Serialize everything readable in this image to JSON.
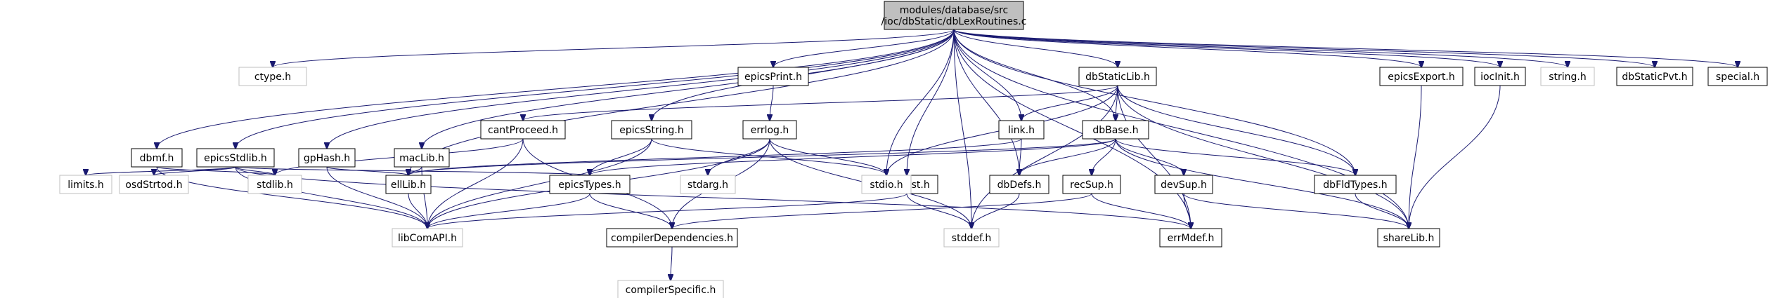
{
  "graph": {
    "colors": {
      "edge": "#191970",
      "root_fill": "#bfbfbf",
      "node_border": "#000000",
      "external_border": "#bfbfbf"
    },
    "nodes": [
      {
        "id": "root",
        "label": "modules/database/src\n/ioc/dbStatic/dbLexRoutines.c",
        "kind": "root"
      },
      {
        "id": "ctype",
        "label": "ctype.h",
        "kind": "external"
      },
      {
        "id": "dbmf",
        "label": "dbmf.h",
        "kind": "normal"
      },
      {
        "id": "epicsStdlib",
        "label": "epicsStdlib.h",
        "kind": "normal"
      },
      {
        "id": "gpHash",
        "label": "gpHash.h",
        "kind": "normal"
      },
      {
        "id": "macLib",
        "label": "macLib.h",
        "kind": "normal"
      },
      {
        "id": "cantProceed",
        "label": "cantProceed.h",
        "kind": "normal"
      },
      {
        "id": "epicsString",
        "label": "epicsString.h",
        "kind": "normal"
      },
      {
        "id": "epicsPrint",
        "label": "epicsPrint.h",
        "kind": "normal"
      },
      {
        "id": "errlog",
        "label": "errlog.h",
        "kind": "normal"
      },
      {
        "id": "freeList",
        "label": "freeList.h",
        "kind": "normal"
      },
      {
        "id": "link",
        "label": "link.h",
        "kind": "normal"
      },
      {
        "id": "dbStaticLib",
        "label": "dbStaticLib.h",
        "kind": "normal"
      },
      {
        "id": "dbBase",
        "label": "dbBase.h",
        "kind": "normal"
      },
      {
        "id": "dbDefs",
        "label": "dbDefs.h",
        "kind": "normal"
      },
      {
        "id": "recSup",
        "label": "recSup.h",
        "kind": "normal"
      },
      {
        "id": "devSup",
        "label": "devSup.h",
        "kind": "normal"
      },
      {
        "id": "dbFldTypes",
        "label": "dbFldTypes.h",
        "kind": "normal"
      },
      {
        "id": "epicsExport",
        "label": "epicsExport.h",
        "kind": "normal"
      },
      {
        "id": "iocInit",
        "label": "iocInit.h",
        "kind": "normal"
      },
      {
        "id": "string",
        "label": "string.h",
        "kind": "external"
      },
      {
        "id": "dbStaticPvt",
        "label": "dbStaticPvt.h",
        "kind": "normal"
      },
      {
        "id": "special",
        "label": "special.h",
        "kind": "normal"
      },
      {
        "id": "limits",
        "label": "limits.h",
        "kind": "external"
      },
      {
        "id": "osdStrtod",
        "label": "osdStrtod.h",
        "kind": "external"
      },
      {
        "id": "stdlib",
        "label": "stdlib.h",
        "kind": "external"
      },
      {
        "id": "ellLib",
        "label": "ellLib.h",
        "kind": "normal"
      },
      {
        "id": "epicsTypes",
        "label": "epicsTypes.h",
        "kind": "normal"
      },
      {
        "id": "stdarg",
        "label": "stdarg.h",
        "kind": "external"
      },
      {
        "id": "stdio",
        "label": "stdio.h",
        "kind": "external"
      },
      {
        "id": "libComAPI",
        "label": "libComAPI.h",
        "kind": "external"
      },
      {
        "id": "compilerDependencies",
        "label": "compilerDependencies.h",
        "kind": "normal"
      },
      {
        "id": "stddef",
        "label": "stddef.h",
        "kind": "external"
      },
      {
        "id": "errMdef",
        "label": "errMdef.h",
        "kind": "normal"
      },
      {
        "id": "shareLib",
        "label": "shareLib.h",
        "kind": "normal"
      },
      {
        "id": "compilerSpecific",
        "label": "compilerSpecific.h",
        "kind": "external"
      }
    ],
    "edges": [
      [
        "root",
        "ctype"
      ],
      [
        "root",
        "dbmf"
      ],
      [
        "root",
        "epicsStdlib"
      ],
      [
        "root",
        "gpHash"
      ],
      [
        "root",
        "macLib"
      ],
      [
        "root",
        "ellLib"
      ],
      [
        "root",
        "epicsString"
      ],
      [
        "root",
        "epicsPrint"
      ],
      [
        "root",
        "stdio"
      ],
      [
        "root",
        "freeList"
      ],
      [
        "root",
        "stddef"
      ],
      [
        "root",
        "dbDefs"
      ],
      [
        "root",
        "link"
      ],
      [
        "root",
        "dbBase"
      ],
      [
        "root",
        "dbStaticLib"
      ],
      [
        "root",
        "dbFldTypes"
      ],
      [
        "root",
        "errMdef"
      ],
      [
        "root",
        "shareLib"
      ],
      [
        "root",
        "epicsExport"
      ],
      [
        "root",
        "iocInit"
      ],
      [
        "root",
        "string"
      ],
      [
        "root",
        "dbStaticPvt"
      ],
      [
        "root",
        "special"
      ],
      [
        "dbmf",
        "libComAPI"
      ],
      [
        "dbmf",
        "stdlib"
      ],
      [
        "epicsStdlib",
        "limits"
      ],
      [
        "epicsStdlib",
        "osdStrtod"
      ],
      [
        "epicsStdlib",
        "stdlib"
      ],
      [
        "epicsStdlib",
        "libComAPI"
      ],
      [
        "epicsStdlib",
        "epicsTypes"
      ],
      [
        "epicsStdlib",
        "errMdef"
      ],
      [
        "gpHash",
        "ellLib"
      ],
      [
        "gpHash",
        "libComAPI"
      ],
      [
        "macLib",
        "ellLib"
      ],
      [
        "macLib",
        "libComAPI"
      ],
      [
        "cantProceed",
        "stdlib"
      ],
      [
        "cantProceed",
        "libComAPI"
      ],
      [
        "cantProceed",
        "compilerDependencies"
      ],
      [
        "epicsString",
        "epicsTypes"
      ],
      [
        "epicsString",
        "libComAPI"
      ],
      [
        "epicsString",
        "stdio"
      ],
      [
        "epicsPrint",
        "errlog"
      ],
      [
        "errlog",
        "stdarg"
      ],
      [
        "errlog",
        "stdio"
      ],
      [
        "errlog",
        "stddef"
      ],
      [
        "errlog",
        "libComAPI"
      ],
      [
        "errlog",
        "compilerDependencies"
      ],
      [
        "freeList",
        "stddef"
      ],
      [
        "freeList",
        "libComAPI"
      ],
      [
        "link",
        "dbDefs"
      ],
      [
        "link",
        "ellLib"
      ],
      [
        "dbStaticLib",
        "cantProceed"
      ],
      [
        "dbStaticLib",
        "link"
      ],
      [
        "dbStaticLib",
        "dbBase"
      ],
      [
        "dbStaticLib",
        "stdio"
      ],
      [
        "dbStaticLib",
        "dbFldTypes"
      ],
      [
        "dbStaticLib",
        "stddef"
      ],
      [
        "dbStaticLib",
        "errMdef"
      ],
      [
        "dbStaticLib",
        "shareLib"
      ],
      [
        "dbBase",
        "ellLib"
      ],
      [
        "dbBase",
        "dbDefs"
      ],
      [
        "dbBase",
        "recSup"
      ],
      [
        "dbBase",
        "devSup"
      ],
      [
        "dbBase",
        "dbFldTypes"
      ],
      [
        "dbBase",
        "epicsTypes"
      ],
      [
        "dbBase",
        "shareLib"
      ],
      [
        "dbDefs",
        "stddef"
      ],
      [
        "recSup",
        "errMdef"
      ],
      [
        "recSup",
        "compilerDependencies"
      ],
      [
        "devSup",
        "errMdef"
      ],
      [
        "devSup",
        "shareLib"
      ],
      [
        "dbFldTypes",
        "shareLib"
      ],
      [
        "epicsExport",
        "shareLib"
      ],
      [
        "iocInit",
        "shareLib"
      ],
      [
        "ellLib",
        "libComAPI"
      ],
      [
        "epicsTypes",
        "libComAPI"
      ],
      [
        "epicsTypes",
        "compilerDependencies"
      ],
      [
        "compilerDependencies",
        "compilerSpecific"
      ]
    ]
  }
}
